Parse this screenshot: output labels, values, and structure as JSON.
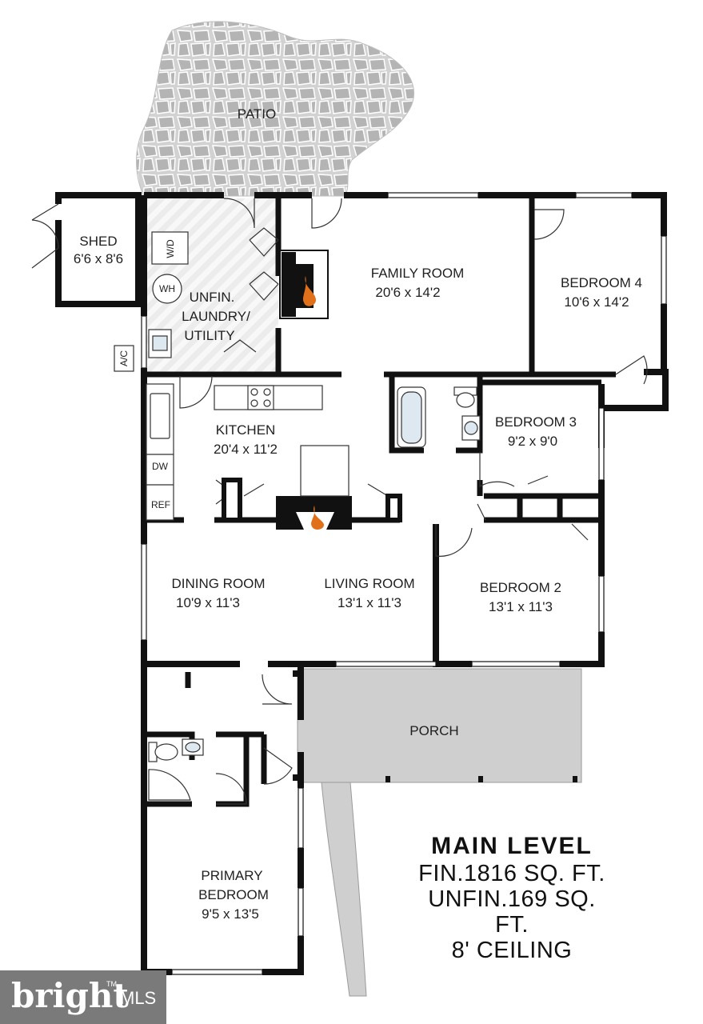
{
  "rooms": {
    "patio": {
      "name": "PATIO"
    },
    "shed": {
      "name": "SHED",
      "size": "6'6 x 8'6"
    },
    "laundry": {
      "line1": "UNFIN.",
      "line2": "LAUNDRY/",
      "line3": "UTILITY"
    },
    "family_room": {
      "name": "FAMILY ROOM",
      "size": "20'6 x 14'2"
    },
    "bedroom4": {
      "name": "BEDROOM 4",
      "size": "10'6 x 14'2"
    },
    "kitchen": {
      "name": "KITCHEN",
      "size": "20'4 x 11'2"
    },
    "bedroom3": {
      "name": "BEDROOM 3",
      "size": "9'2 x 9'0"
    },
    "dining_room": {
      "name": "DINING ROOM",
      "size": "10'9 x 11'3"
    },
    "living_room": {
      "name": "LIVING ROOM",
      "size": "13'1 x 11'3"
    },
    "bedroom2": {
      "name": "BEDROOM 2",
      "size": "13'1 x 11'3"
    },
    "porch": {
      "name": "PORCH"
    },
    "primary_bedroom": {
      "line1": "PRIMARY",
      "line2": "BEDROOM",
      "size": "9'5 x 13'5"
    }
  },
  "fixtures": {
    "washer_dryer": "W/D",
    "water_heater": "WH",
    "ac": "A/C",
    "dishwasher": "DW",
    "refrigerator": "REF"
  },
  "summary": {
    "level": "MAIN  LEVEL",
    "finished": "FIN.1816 SQ. FT.",
    "unfinished": "UNFIN.169 SQ. FT.",
    "ceiling": "8' CEILING"
  },
  "logo": {
    "word": "bright",
    "suffix": "MLS",
    "mark": "TM"
  },
  "colors": {
    "wall": "#111111",
    "patio_stone": "#c8c8c8",
    "porch": "#cfcfcf",
    "fireplace": "#e0701a",
    "logo_bg": "#7a7a7a"
  }
}
